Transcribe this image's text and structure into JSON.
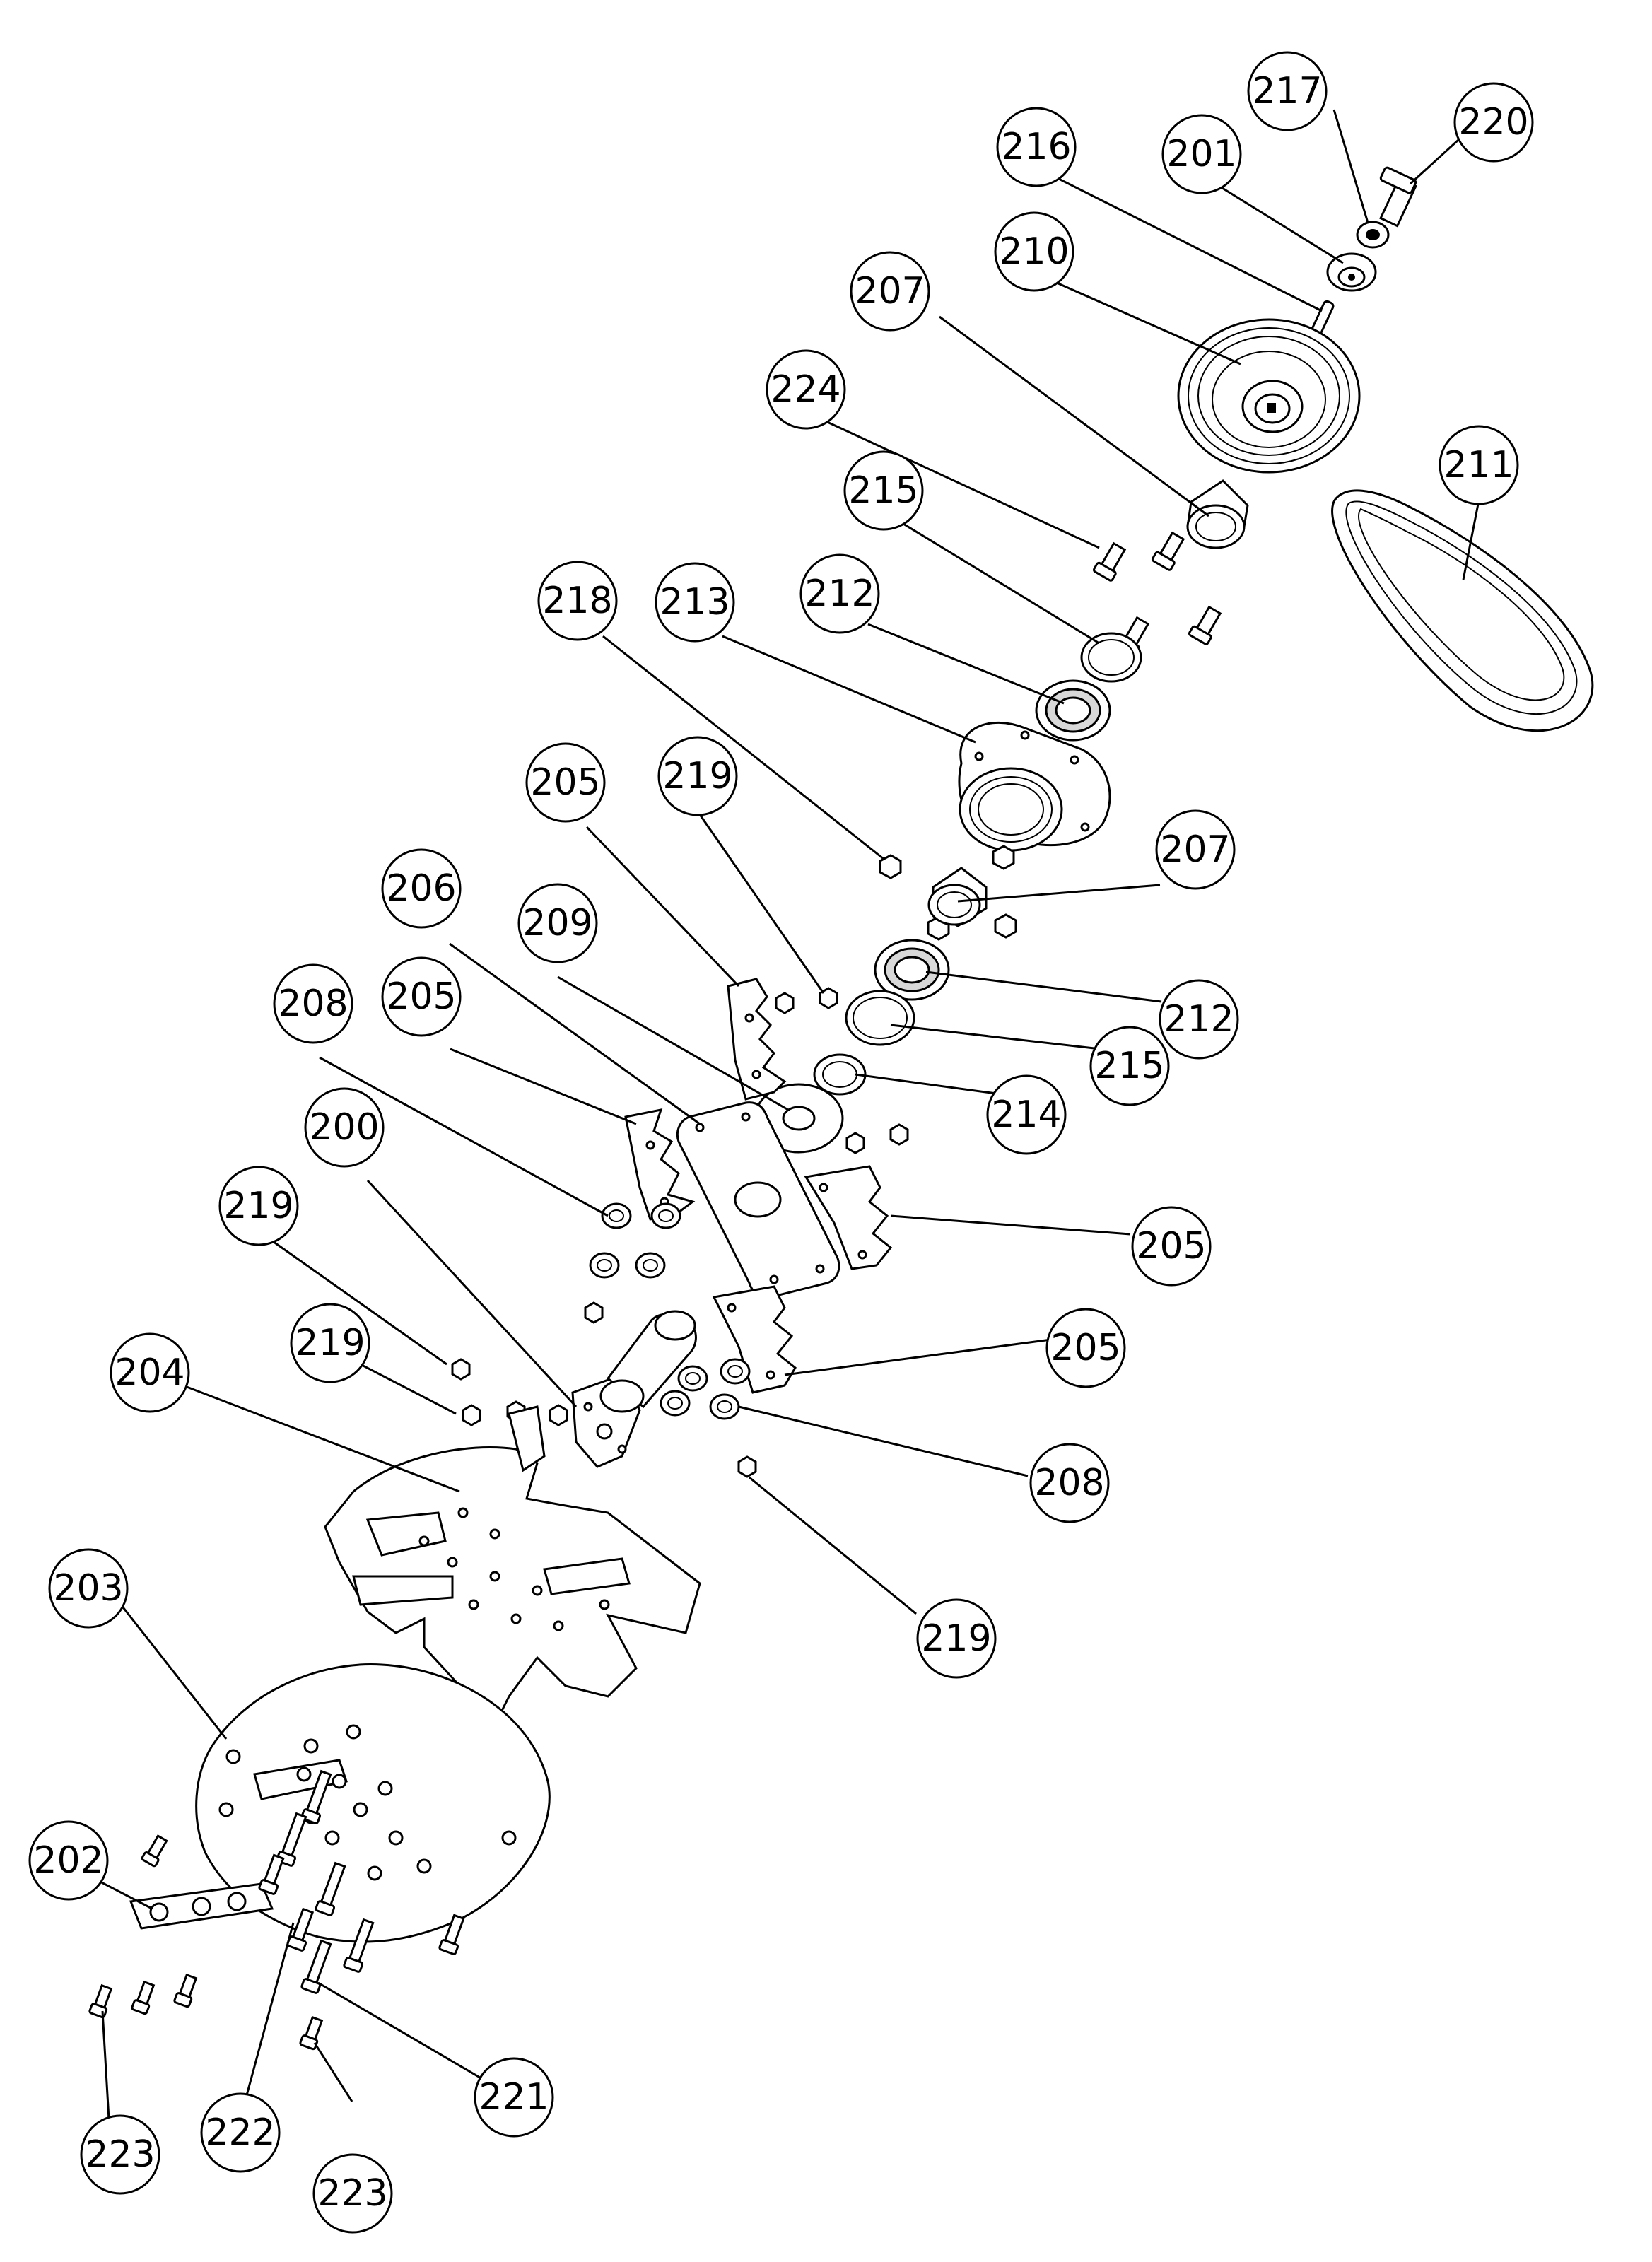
{
  "diagram": {
    "callouts": [
      {
        "label": "217"
      },
      {
        "label": "220"
      },
      {
        "label": "216"
      },
      {
        "label": "201"
      },
      {
        "label": "210"
      },
      {
        "label": "207"
      },
      {
        "label": "224"
      },
      {
        "label": "215"
      },
      {
        "label": "211"
      },
      {
        "label": "218"
      },
      {
        "label": "213"
      },
      {
        "label": "212"
      },
      {
        "label": "205"
      },
      {
        "label": "219"
      },
      {
        "label": "207"
      },
      {
        "label": "206"
      },
      {
        "label": "209"
      },
      {
        "label": "212"
      },
      {
        "label": "208"
      },
      {
        "label": "205"
      },
      {
        "label": "215"
      },
      {
        "label": "214"
      },
      {
        "label": "200"
      },
      {
        "label": "219"
      },
      {
        "label": "205"
      },
      {
        "label": "219"
      },
      {
        "label": "205"
      },
      {
        "label": "204"
      },
      {
        "label": "208"
      },
      {
        "label": "203"
      },
      {
        "label": "219"
      },
      {
        "label": "202"
      },
      {
        "label": "221"
      },
      {
        "label": "223"
      },
      {
        "label": "222"
      },
      {
        "label": "223"
      }
    ]
  }
}
